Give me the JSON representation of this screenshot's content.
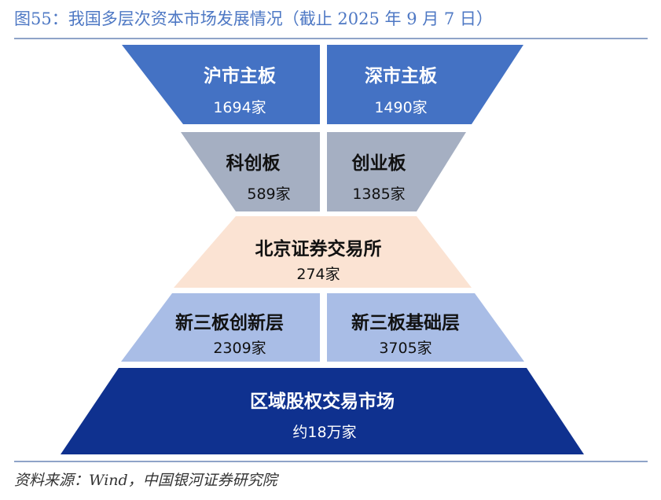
{
  "header": {
    "title": "图55：我国多层次资本市场发展情况（截止 2025 年 9 月 7 日）"
  },
  "tiers": {
    "sh_main": {
      "name": "沪市主板",
      "count": "1694家",
      "color": "#4472c4",
      "text_color": "#ffffff"
    },
    "sz_main": {
      "name": "深市主板",
      "count": "1490家",
      "color": "#4472c4",
      "text_color": "#ffffff"
    },
    "star": {
      "name": "科创板",
      "count": "589家",
      "color": "#a5afc2",
      "text_color": "#111111"
    },
    "chinext": {
      "name": "创业板",
      "count": "1385家",
      "color": "#a5afc2",
      "text_color": "#111111"
    },
    "bse": {
      "name": "北京证券交易所",
      "count": "274家",
      "color": "#fbe3d3",
      "text_color": "#111111"
    },
    "neeq_innov": {
      "name": "新三板创新层",
      "count": "2309家",
      "color": "#a9bde6",
      "text_color": "#111111"
    },
    "neeq_basic": {
      "name": "新三板基础层",
      "count": "3705家",
      "color": "#a9bde6",
      "text_color": "#111111"
    },
    "regional": {
      "name": "区域股权交易市场",
      "count": "约18万家",
      "color": "#0f318f",
      "text_color": "#ffffff"
    }
  },
  "footer": {
    "source": "资料来源：Wind，中国银河证券研究院"
  }
}
